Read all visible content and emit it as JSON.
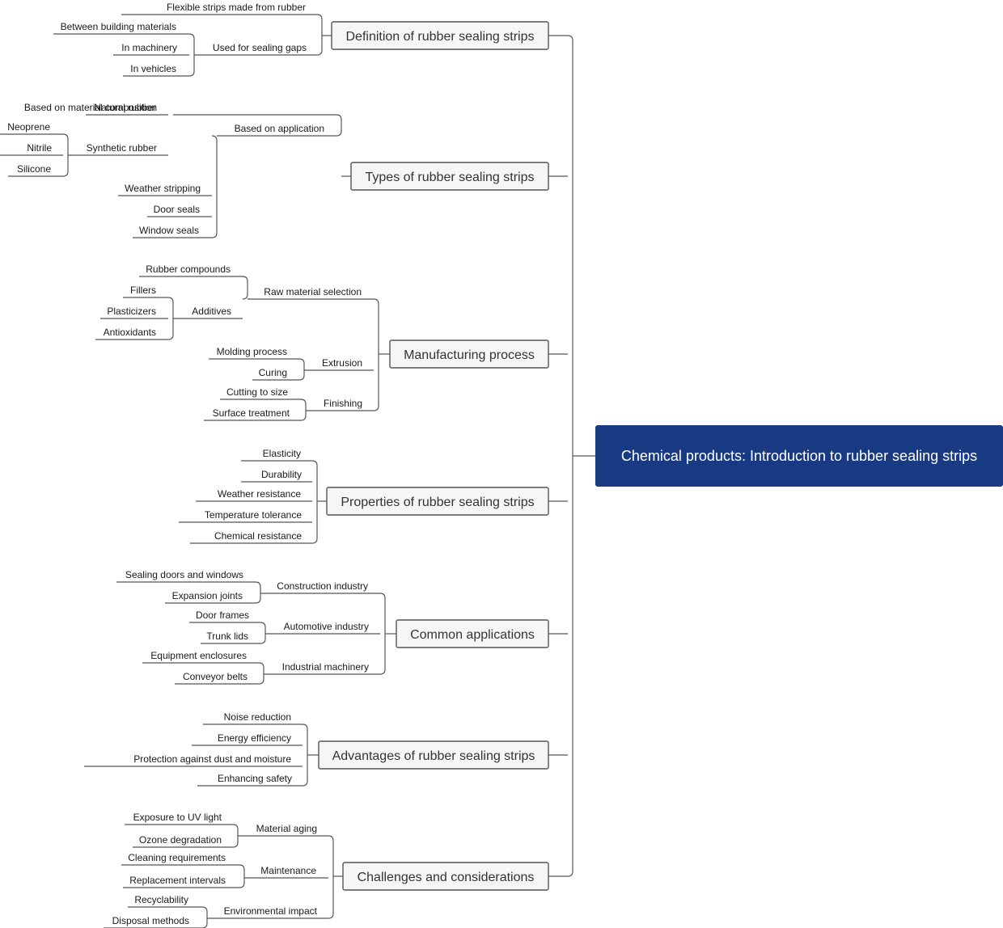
{
  "colors": {
    "root_fill": "#173a82",
    "node_fill": "#f6f6f6",
    "node_stroke": "#555555",
    "line": "#555555",
    "text": "#1a1a1a",
    "root_text": "#ffffff"
  },
  "root": {
    "label": "Chemical products: Introduction to rubber sealing strips"
  },
  "branches": [
    {
      "label": "Definition of rubber sealing strips",
      "children": [
        {
          "label": "Flexible strips made from rubber"
        },
        {
          "label": "Used for sealing gaps",
          "children": [
            {
              "label": "Between building materials"
            },
            {
              "label": "In machinery"
            },
            {
              "label": "In vehicles"
            }
          ]
        }
      ]
    },
    {
      "label": "Types of rubber sealing strips",
      "children": [
        {
          "label": "Based on material composition",
          "children": [
            {
              "label": "Natural rubber"
            },
            {
              "label": "Synthetic rubber",
              "children": [
                {
                  "label": "Neoprene"
                },
                {
                  "label": "Nitrile"
                },
                {
                  "label": "Silicone"
                }
              ]
            }
          ]
        },
        {
          "label": "Based on application",
          "children": [
            {
              "label": "Weather stripping"
            },
            {
              "label": "Door seals"
            },
            {
              "label": "Window seals"
            }
          ]
        }
      ]
    },
    {
      "label": "Manufacturing process",
      "children": [
        {
          "label": "Raw material selection",
          "children": [
            {
              "label": "Rubber compounds"
            },
            {
              "label": "Additives",
              "children": [
                {
                  "label": "Fillers"
                },
                {
                  "label": "Plasticizers"
                },
                {
                  "label": "Antioxidants"
                }
              ]
            }
          ]
        },
        {
          "label": "Extrusion",
          "children": [
            {
              "label": "Molding process"
            },
            {
              "label": "Curing"
            }
          ]
        },
        {
          "label": "Finishing",
          "children": [
            {
              "label": "Cutting to size"
            },
            {
              "label": "Surface treatment"
            }
          ]
        }
      ]
    },
    {
      "label": "Properties of rubber sealing strips",
      "children": [
        {
          "label": "Elasticity"
        },
        {
          "label": "Durability"
        },
        {
          "label": "Weather resistance"
        },
        {
          "label": "Temperature tolerance"
        },
        {
          "label": "Chemical resistance"
        }
      ]
    },
    {
      "label": "Common applications",
      "children": [
        {
          "label": "Construction industry",
          "children": [
            {
              "label": "Sealing doors and windows"
            },
            {
              "label": "Expansion joints"
            }
          ]
        },
        {
          "label": "Automotive industry",
          "children": [
            {
              "label": "Door frames"
            },
            {
              "label": "Trunk lids"
            }
          ]
        },
        {
          "label": "Industrial machinery",
          "children": [
            {
              "label": "Equipment enclosures"
            },
            {
              "label": "Conveyor belts"
            }
          ]
        }
      ]
    },
    {
      "label": "Advantages of rubber sealing strips",
      "children": [
        {
          "label": "Noise reduction"
        },
        {
          "label": "Energy efficiency"
        },
        {
          "label": "Protection against dust and moisture"
        },
        {
          "label": "Enhancing safety"
        }
      ]
    },
    {
      "label": "Challenges and considerations",
      "children": [
        {
          "label": "Material aging",
          "children": [
            {
              "label": "Exposure to UV light"
            },
            {
              "label": "Ozone degradation"
            }
          ]
        },
        {
          "label": "Maintenance",
          "children": [
            {
              "label": "Cleaning requirements"
            },
            {
              "label": "Replacement intervals"
            }
          ]
        },
        {
          "label": "Environmental impact",
          "children": [
            {
              "label": "Recyclability"
            },
            {
              "label": "Disposal methods"
            }
          ]
        }
      ]
    }
  ]
}
